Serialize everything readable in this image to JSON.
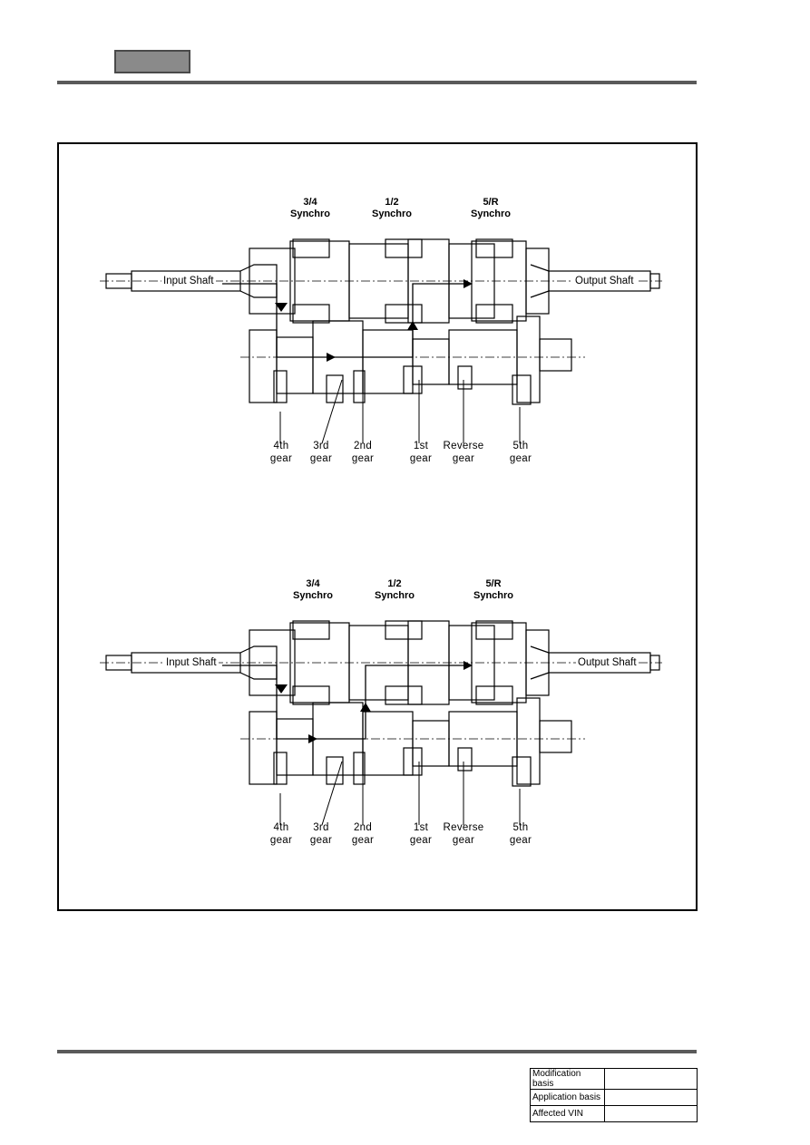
{
  "diagrams": [
    {
      "synchros": [
        "3/4\nSynchro",
        "1/2\nSynchro",
        "5/R\nSynchro"
      ],
      "input_shaft": "Input Shaft",
      "output_shaft": "Output Shaft",
      "gears": [
        {
          "line1": "4th",
          "line2": "gear"
        },
        {
          "line1": "3rd",
          "line2": "gear"
        },
        {
          "line1": "2nd",
          "line2": "gear"
        },
        {
          "line1": "1st",
          "line2": "gear"
        },
        {
          "line1": "Reverse",
          "line2": "gear"
        },
        {
          "line1": "5th",
          "line2": "gear"
        }
      ]
    },
    {
      "synchros": [
        "3/4\nSynchro",
        "1/2\nSynchro",
        "5/R\nSynchro"
      ],
      "input_shaft": "Input Shaft",
      "output_shaft": "Output Shaft",
      "gears": [
        {
          "line1": "4th",
          "line2": "gear"
        },
        {
          "line1": "3rd",
          "line2": "gear"
        },
        {
          "line1": "2nd",
          "line2": "gear"
        },
        {
          "line1": "1st",
          "line2": "gear"
        },
        {
          "line1": "Reverse",
          "line2": "gear"
        },
        {
          "line1": "5th",
          "line2": "gear"
        }
      ]
    }
  ],
  "info_table": [
    {
      "label": "Modification basis",
      "value": ""
    },
    {
      "label": "Application basis",
      "value": ""
    },
    {
      "label": "Affected VIN",
      "value": ""
    }
  ]
}
